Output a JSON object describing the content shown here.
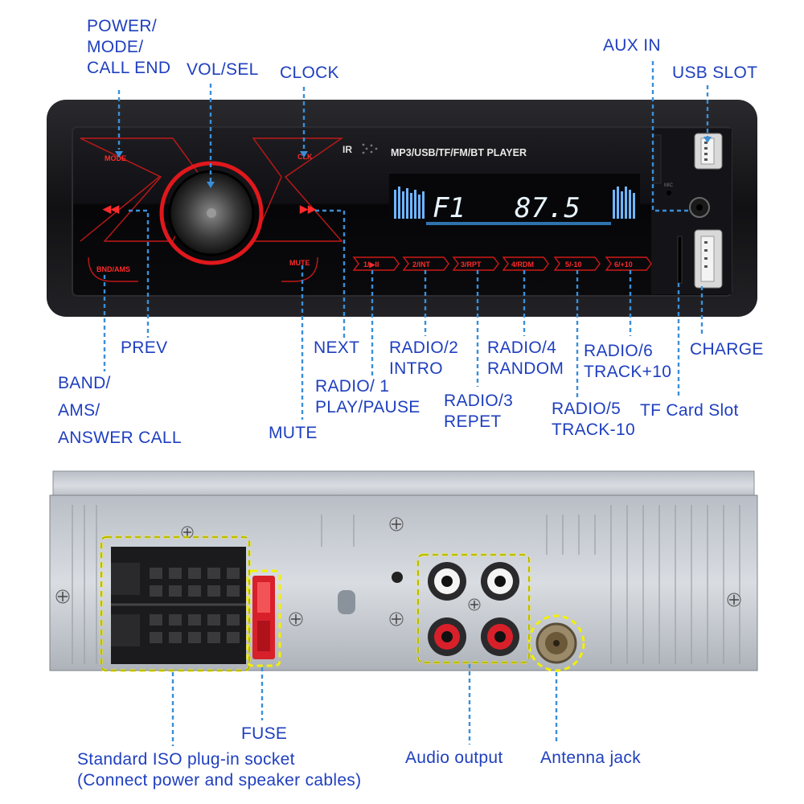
{
  "front_labels": {
    "power": [
      "POWER/",
      "MODE/",
      "CALL END"
    ],
    "vol": "VOL/SEL",
    "clock": "CLOCK",
    "aux": "AUX IN",
    "usb": "USB SLOT",
    "prev": "PREV",
    "next": "NEXT",
    "band": [
      "BAND/",
      "AMS/",
      "ANSWER CALL"
    ],
    "mute": "MUTE",
    "radio1": [
      "RADIO/ 1",
      "PLAY/PAUSE"
    ],
    "radio2": [
      "RADIO/2",
      "INTRO"
    ],
    "radio3": [
      "RADIO/3",
      "REPET"
    ],
    "radio4": [
      "RADIO/4",
      "RANDOM"
    ],
    "radio5": [
      "RADIO/5",
      "TRACK-10"
    ],
    "radio6": [
      "RADIO/6",
      "TRACK+10"
    ],
    "charge": "CHARGE",
    "tf": "TF Card Slot"
  },
  "panel": {
    "ir": "IR",
    "player_title": "MP3/USB/TF/FM/BT  PLAYER",
    "band_display": "F1",
    "freq_display": "87.5",
    "mode_btn": "MODE",
    "clk_btn": "CLK",
    "band_btn": "BND/AMS",
    "mute_btn": "MUTE",
    "mic": "MIC",
    "presets": [
      "1/▶II",
      "2/INT",
      "3/RPT",
      "4/RDM",
      "5/-10",
      "6/+10"
    ]
  },
  "back_labels": {
    "iso": [
      "Standard ISO plug-in socket",
      "(Connect power and speaker cables)"
    ],
    "fuse": "FUSE",
    "audio": "Audio output",
    "antenna": "Antenna jack"
  },
  "colors": {
    "label_blue": "#1f3fbf",
    "leader_blue": "#3a8fd8",
    "panel_red": "#ff2a2a",
    "highlight_yellow": "#f2f000"
  }
}
